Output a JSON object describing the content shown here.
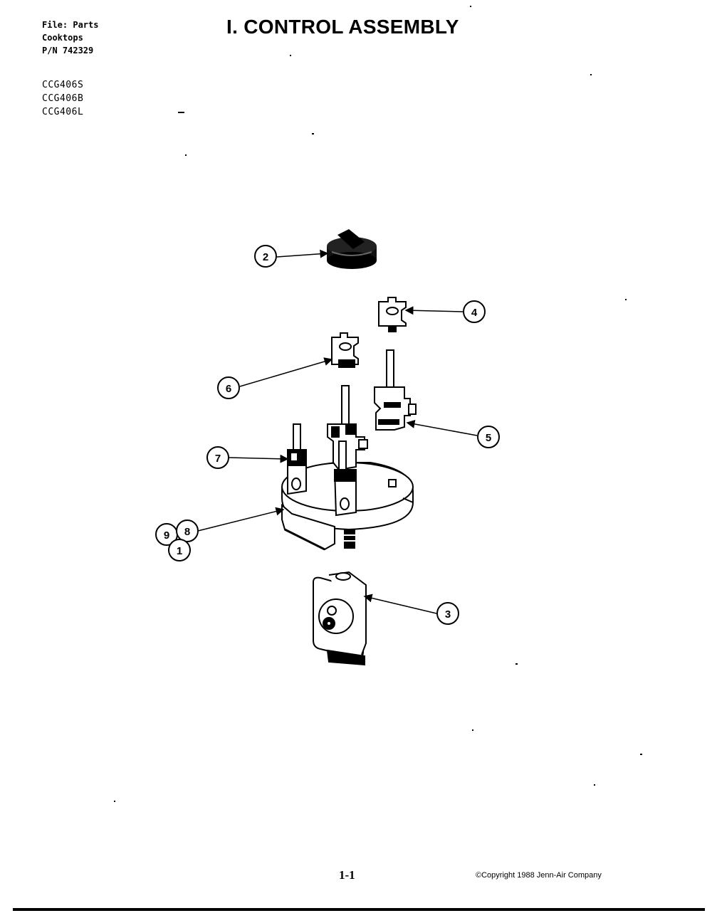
{
  "header": {
    "file_line": "File: Parts",
    "category_line": "Cooktops",
    "pn_line": "P/N 742329"
  },
  "models": [
    "CCG406S",
    "CCG406B",
    "CCG406L"
  ],
  "title": "I. CONTROL ASSEMBLY",
  "callouts": {
    "c1": "1",
    "c2": "2",
    "c3": "3",
    "c4": "4",
    "c5": "5",
    "c6": "6",
    "c7": "7",
    "c8": "8",
    "c9": "9"
  },
  "footer": {
    "page_number": "1-1",
    "copyright": "©Copyright 1988 Jenn-Air Company"
  }
}
